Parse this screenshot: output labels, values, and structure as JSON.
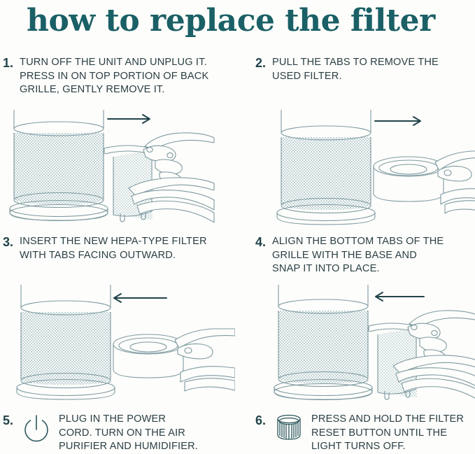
{
  "page": {
    "title": "how to replace the filter",
    "background_color": "#fdfdfb",
    "title_color": "#1a6066",
    "text_color": "#2b3f44",
    "number_color": "#21434a",
    "line_art_color": "#5f7f86"
  },
  "steps": [
    {
      "number": "1.",
      "text": "TURN OFF THE UNIT AND UNPLUG IT.\nPRESS IN ON TOP PORTION OF BACK\nGRILLE, GENTLY REMOVE IT.",
      "illustration": "air-purifier-grille-removal-two-hands-arrow-right"
    },
    {
      "number": "2.",
      "text": "PULL THE TABS TO REMOVE THE\nUSED FILTER.",
      "illustration": "air-purifier-filter-pull-out-hand-arrow-right"
    },
    {
      "number": "3.",
      "text": "INSERT THE NEW HEPA-TYPE FILTER\nWITH TABS FACING OUTWARD.",
      "illustration": "air-purifier-filter-insert-hand-arrow-left"
    },
    {
      "number": "4.",
      "text": "ALIGN THE BOTTOM TABS OF THE\nGRILLE WITH THE BASE AND\nSNAP IT INTO PLACE.",
      "illustration": "air-purifier-grille-reattach-two-hands-arrow-left"
    }
  ],
  "bottom_steps": [
    {
      "number": "5.",
      "icon": "power-icon",
      "text": "PLUG IN THE POWER\nCORD. TURN ON THE AIR\nPURIFIER AND HUMIDIFIER."
    },
    {
      "number": "6.",
      "icon": "filter-cartridge-icon",
      "text": "PRESS AND HOLD THE FILTER\nRESET BUTTON UNTIL THE\nLIGHT TURNS OFF."
    }
  ]
}
